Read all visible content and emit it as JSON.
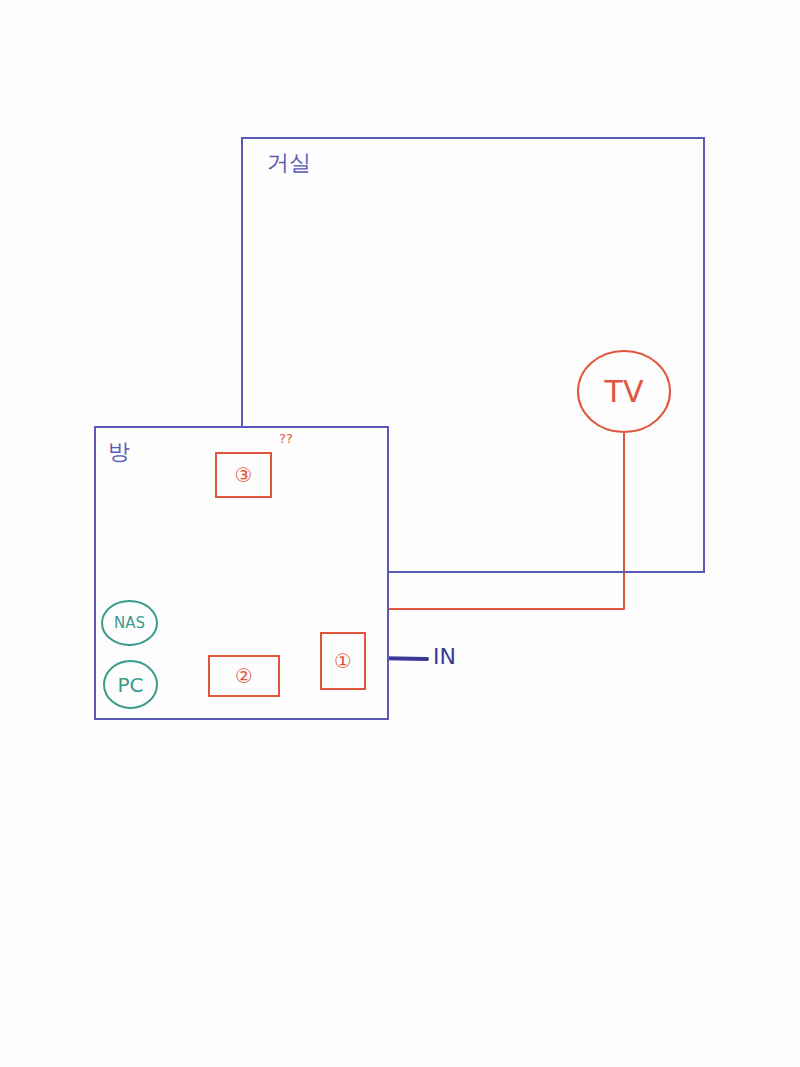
{
  "diagram": {
    "nodes": [
      {
        "text": [
          "거실"
        ]
      },
      {
        "text": [
          "TV"
        ],
        "in": 0
      },
      {
        "text": [
          "방"
        ]
      },
      {
        "text": [
          "③"
        ],
        "in": 2
      },
      {
        "text": [
          "NAS"
        ],
        "in": 2
      },
      {
        "text": [
          "PC"
        ],
        "in": 2
      },
      {
        "text": [
          "②"
        ],
        "in": 2
      },
      {
        "text": [
          "①"
        ],
        "in": 2
      }
    ],
    "edges": [
      {
        "from": 1,
        "to": 7,
        "arrow": "none"
      },
      {
        "from": 6,
        "to": 7,
        "arrow": "none"
      },
      {
        "from": 4,
        "to": 6,
        "arrow": "none"
      },
      {
        "from": 5,
        "to": 6,
        "arrow": "none"
      }
    ],
    "labels": [
      "IN",
      "??"
    ]
  }
}
